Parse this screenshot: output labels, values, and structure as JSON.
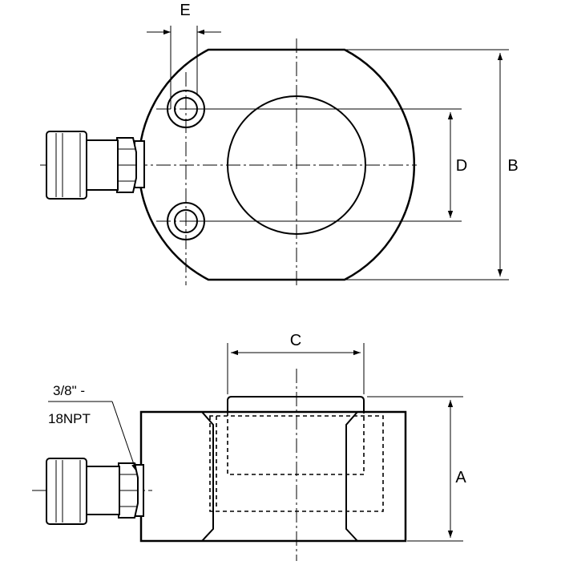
{
  "labels": {
    "dim_a": "A",
    "dim_b": "B",
    "dim_c": "C",
    "dim_d": "D",
    "dim_e": "E",
    "port_thread_line1": "3/8\" -",
    "port_thread_line2": "18NPT"
  },
  "colors": {
    "line": "#000000",
    "background": "#ffffff"
  }
}
